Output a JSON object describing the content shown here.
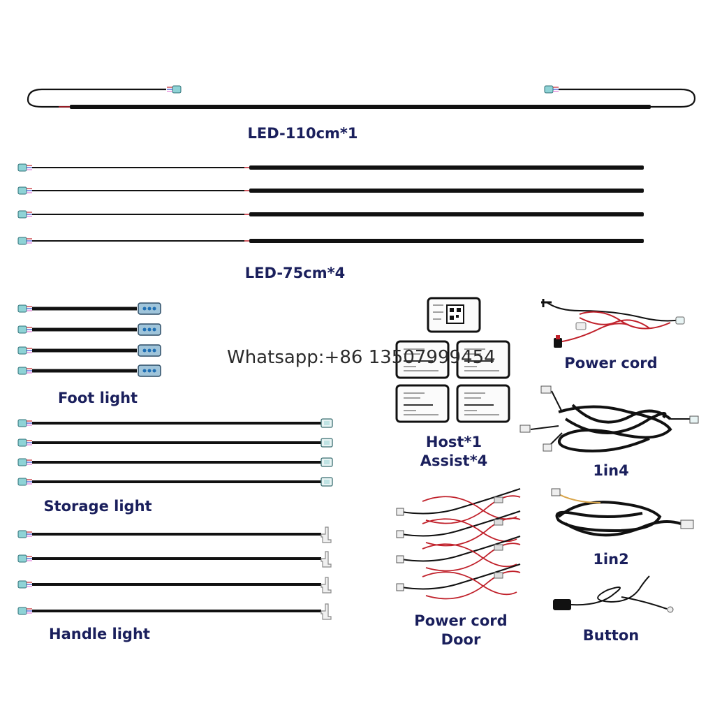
{
  "labels": {
    "led_110": "LED-110cm*1",
    "led_75": "LED-75cm*4",
    "foot_light": "Foot light",
    "storage_light": "Storage light",
    "handle_light": "Handle light",
    "host_assist_line1": "Host*1",
    "host_assist_line2": "Assist*4",
    "power_cord": "Power cord",
    "one_in_four": "1in4",
    "one_in_two": "1in2",
    "power_cord_door_line1": "Power cord",
    "power_cord_door_line2": "Door",
    "button": "Button"
  },
  "watermark": "Whatsapp:+86 13507999454",
  "colors": {
    "label_text": "#1a1f5c",
    "strip": "#111111",
    "wire_red": "#c0202a",
    "connector": "#8fd3d6",
    "led_blue": "#5aa9e6"
  }
}
